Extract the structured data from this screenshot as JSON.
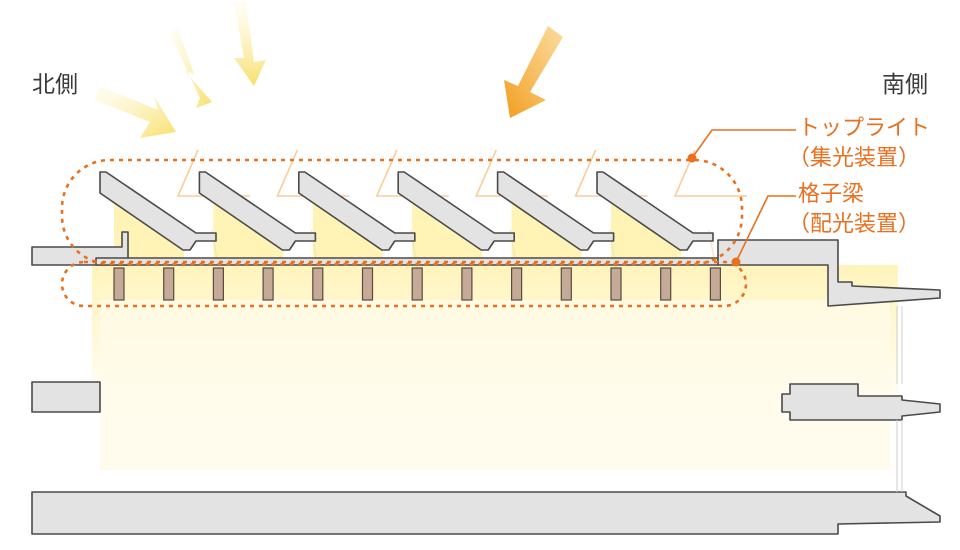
{
  "labels": {
    "north": "北側",
    "south": "南側"
  },
  "callouts": {
    "toplight": {
      "line1": "トップライト",
      "line2": "（集光装置）"
    },
    "beam": {
      "line1": "格子梁",
      "line2": "（配光装置）"
    }
  },
  "colors": {
    "structure_fill": "#e3e3e3",
    "structure_stroke": "#4a4a4a",
    "light_glow": "#fff5c4",
    "sun_ray": "#fbe58a",
    "strong_sun_ray": "#f29b1d",
    "callout": "#e8701e",
    "beam_fill": "#c5aa98",
    "reflection": "#f7c992"
  },
  "counts": {
    "louvers": 6,
    "beams": 13
  }
}
